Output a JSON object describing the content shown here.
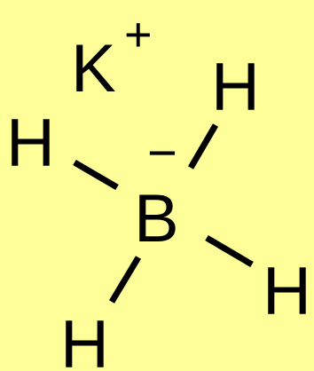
{
  "colors": {
    "background": "#ffff99",
    "ink": "#000000"
  },
  "molecule": {
    "cation": {
      "element": "K",
      "charge": "+"
    },
    "center": {
      "element": "B",
      "charge": "−"
    },
    "hydrogens": [
      {
        "element": "H"
      },
      {
        "element": "H"
      },
      {
        "element": "H"
      },
      {
        "element": "H"
      }
    ]
  }
}
